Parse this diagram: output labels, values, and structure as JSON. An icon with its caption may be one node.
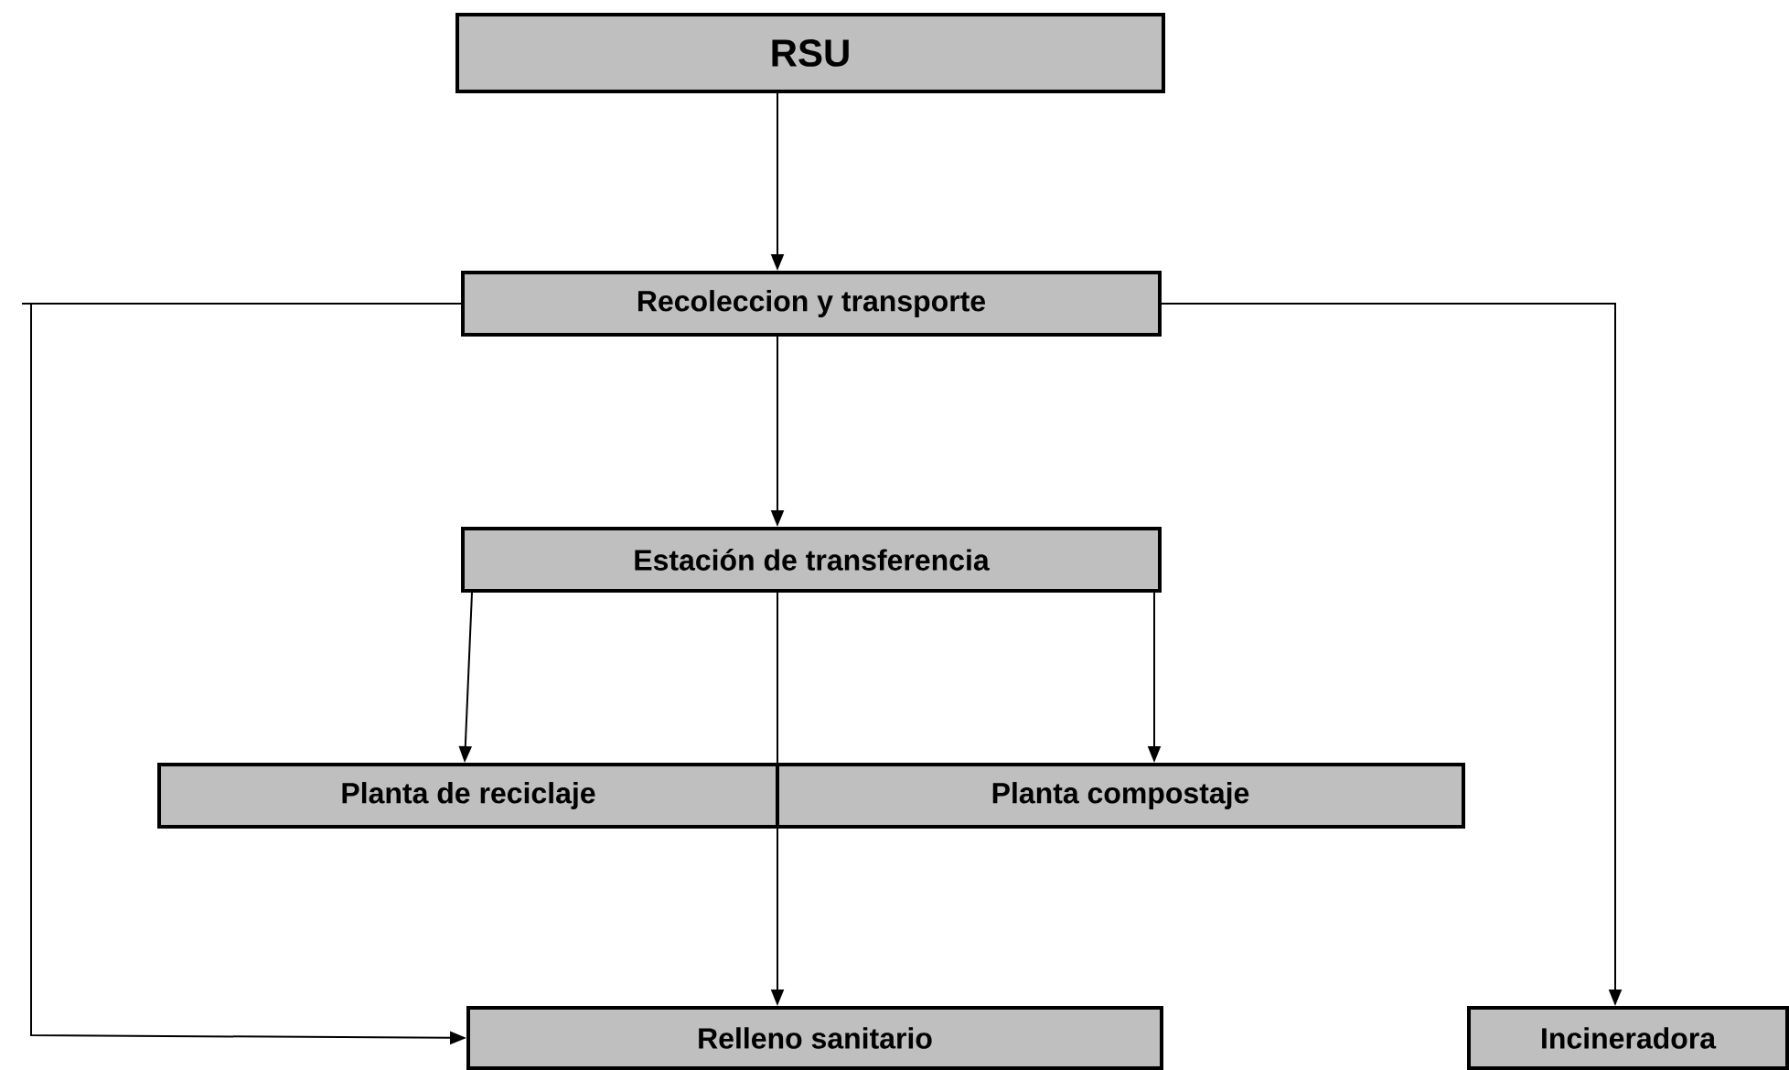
{
  "diagram": {
    "nodes": [
      {
        "text": [
          "RSU"
        ]
      },
      {
        "text": [
          "Recoleccion y transporte"
        ]
      },
      {
        "text": [
          "Estación de transferencia"
        ]
      },
      {
        "text": [
          "Planta de reciclaje"
        ]
      },
      {
        "text": [
          "Planta compostaje"
        ]
      },
      {
        "text": [
          "Relleno sanitario"
        ]
      },
      {
        "text": [
          "Incineradora"
        ]
      }
    ],
    "edges": [
      {
        "from": 0,
        "to": 1,
        "arrow": "to"
      },
      {
        "from": 1,
        "to": 2,
        "arrow": "to"
      },
      {
        "from": 2,
        "to": 3,
        "arrow": "to"
      },
      {
        "from": 2,
        "to": 4,
        "arrow": "to"
      },
      {
        "from": 2,
        "to": 5,
        "arrow": "to"
      },
      {
        "from": 1,
        "to": 5,
        "arrow": "to"
      },
      {
        "from": 1,
        "to": 6,
        "arrow": "to"
      }
    ]
  }
}
